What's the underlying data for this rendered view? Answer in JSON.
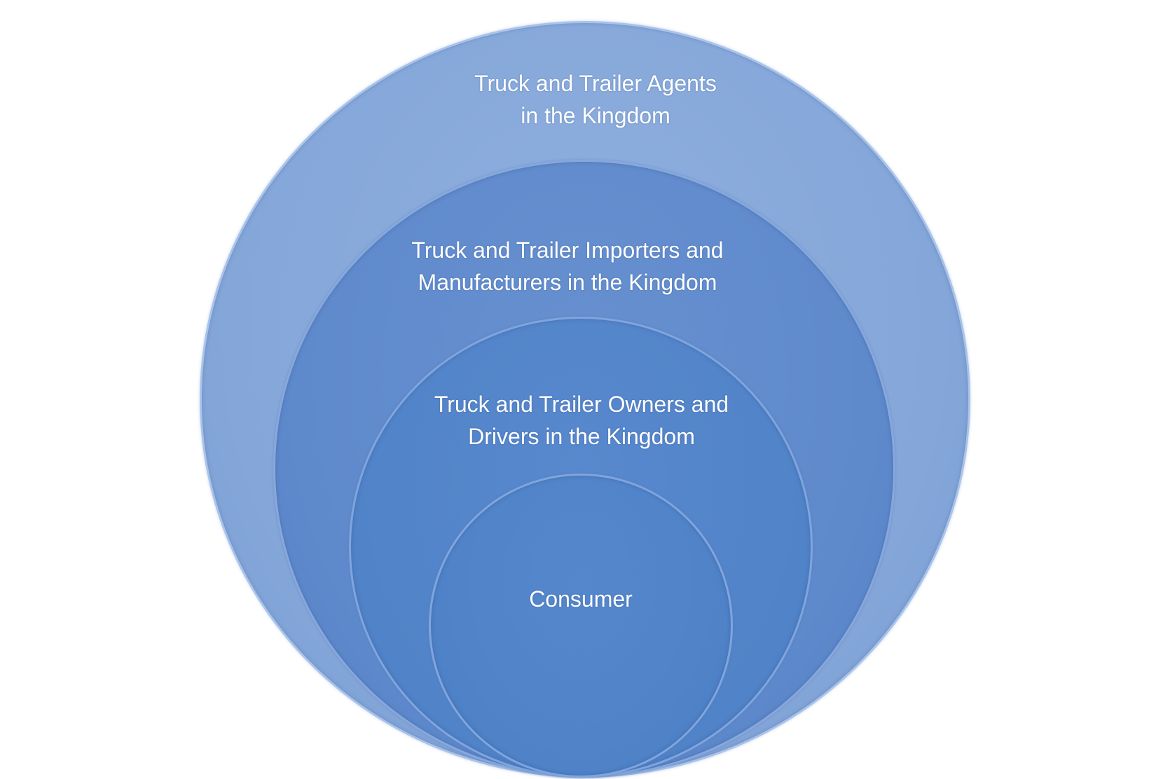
{
  "diagram": {
    "type": "nested-circles",
    "layers": [
      {
        "line1": "Truck and Trailer Agents",
        "line2": "in the Kingdom"
      },
      {
        "line1": "Truck and Trailer Importers and",
        "line2": "Manufacturers in the Kingdom"
      },
      {
        "line1": "Truck and Trailer Owners and",
        "line2": "Drivers in the Kingdom"
      },
      {
        "line1": "Consumer"
      }
    ],
    "colors": {
      "outer": "#85a7d9",
      "second": "#5f8acc",
      "third": "#5284c9",
      "inner": "#5083c8",
      "text": "#ffffff"
    }
  }
}
